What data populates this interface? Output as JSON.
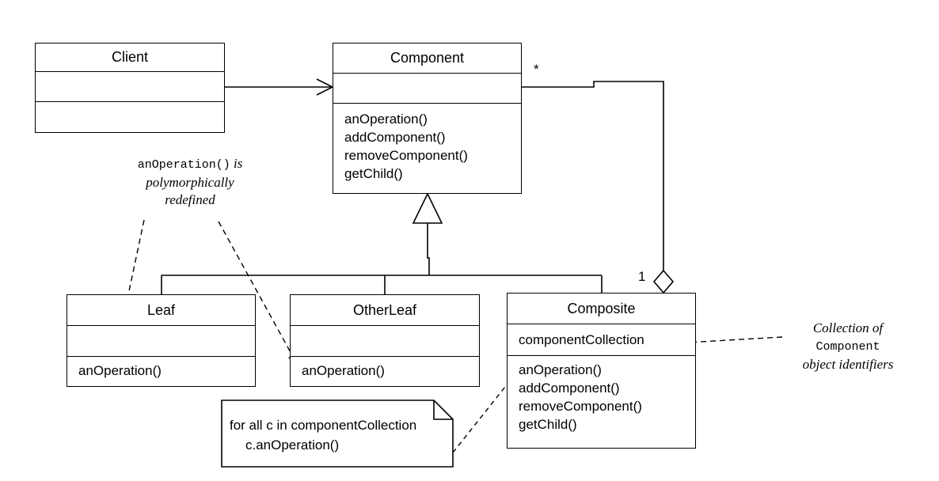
{
  "diagram": {
    "classes": {
      "client": {
        "name": "Client"
      },
      "component": {
        "name": "Component",
        "operations": [
          "anOperation()",
          "addComponent()",
          "removeComponent()",
          "getChild()"
        ]
      },
      "leaf": {
        "name": "Leaf",
        "operations": [
          "anOperation()"
        ]
      },
      "other_leaf": {
        "name": "OtherLeaf",
        "operations": [
          "anOperation()"
        ]
      },
      "composite": {
        "name": "Composite",
        "attributes": [
          "componentCollection"
        ],
        "operations": [
          "anOperation()",
          "addComponent()",
          "removeComponent()",
          "getChild()"
        ]
      }
    },
    "multiplicity": {
      "many": "*",
      "one": "1"
    },
    "annotation_poly": {
      "code": "anOperation()",
      "text1": "is",
      "text2": "polymorphically",
      "text3": "redefined"
    },
    "annotation_collection": {
      "line1": "Collection of",
      "code": "Component",
      "line3": "object identifiers"
    },
    "note": {
      "line1": "for all c in componentCollection",
      "line2": "c.anOperation()"
    }
  }
}
